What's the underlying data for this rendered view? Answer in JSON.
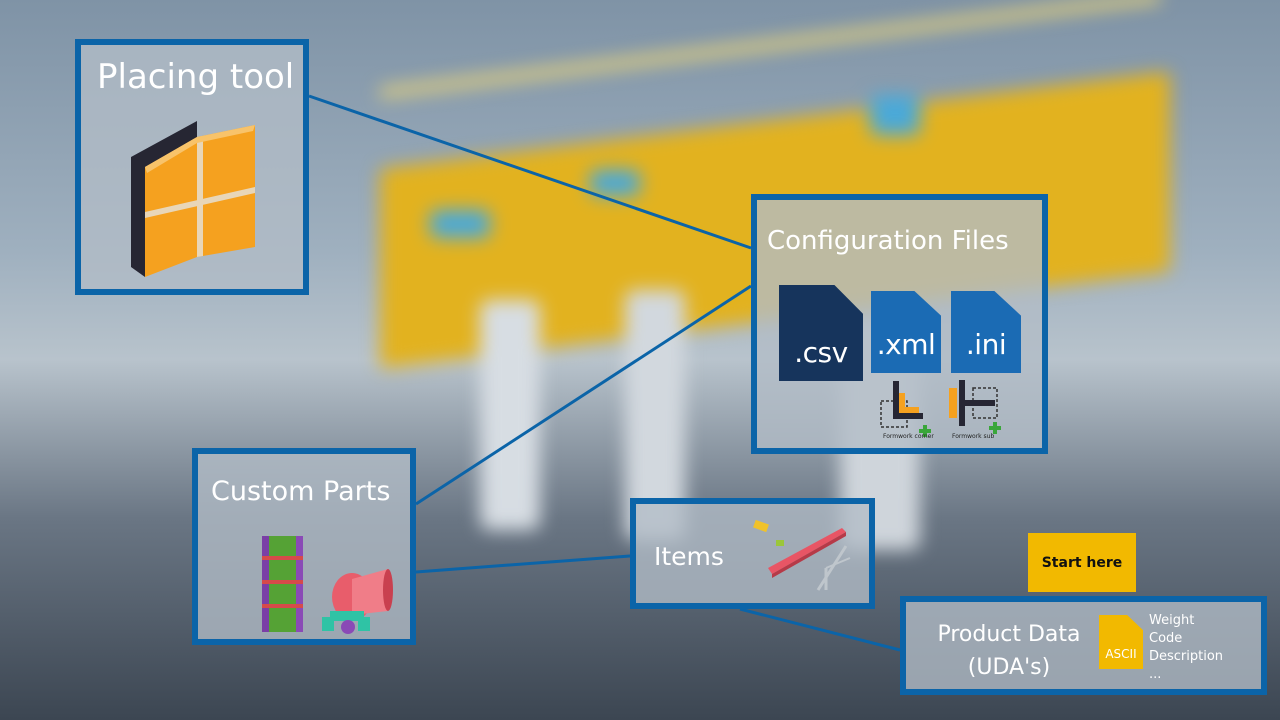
{
  "diagram": {
    "placing_tool": {
      "title": "Placing tool",
      "icon": "formwork-panel-icon"
    },
    "configuration_files": {
      "title": "Configuration Files",
      "files": [
        ".csv",
        ".xml",
        ".ini"
      ],
      "formwork_labels": [
        "Formwork corner",
        "Formwork sub"
      ]
    },
    "custom_parts": {
      "title": "Custom Parts"
    },
    "items": {
      "title": "Items"
    },
    "product_data": {
      "title_line1": "Product Data",
      "title_line2": "(UDA's)",
      "file_label": "ASCII",
      "fields": [
        "Weight",
        "Code",
        "Description",
        "..."
      ]
    },
    "start_here": "Start here"
  },
  "colors": {
    "box_border": "#0b64a8",
    "connector": "#0b64a8",
    "panel_orange": "#f5a11f",
    "start_badge": "#f2b900",
    "csv_file": "#16345c",
    "xml_ini_file": "#1b6bb4"
  }
}
